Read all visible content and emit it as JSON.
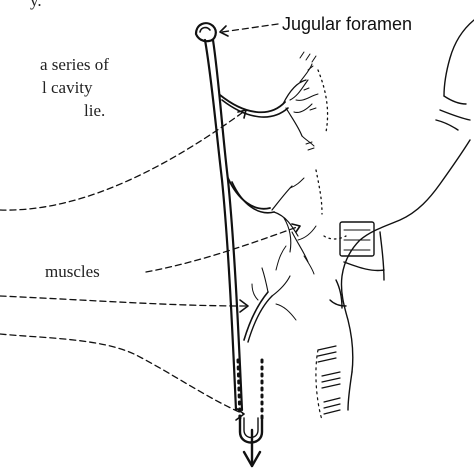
{
  "labels": {
    "top_fragment": "y.",
    "body_line_1": "a series of",
    "body_line_2": "l cavity",
    "body_line_3": "lie.",
    "jugular_foramen": "Jugular foramen",
    "muscles": "muscles"
  },
  "colors": {
    "ink": "#111111",
    "paper": "#ffffff"
  }
}
